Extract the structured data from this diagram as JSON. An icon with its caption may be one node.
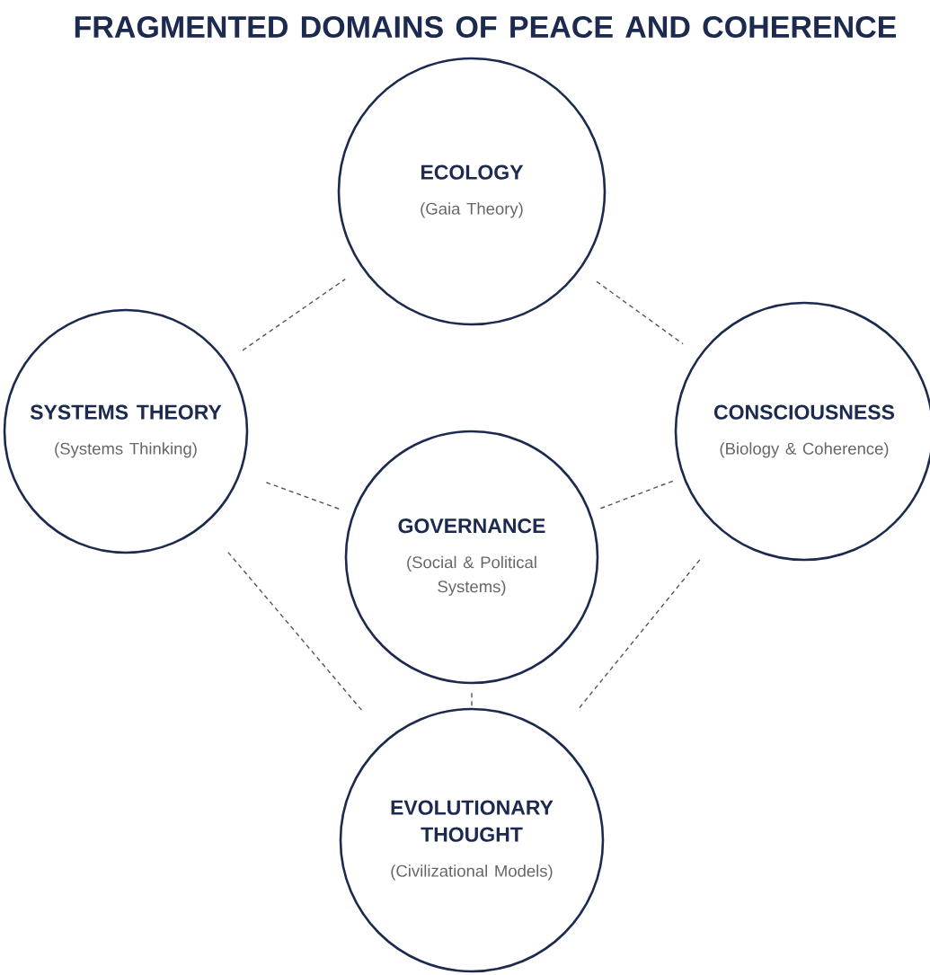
{
  "diagram": {
    "title": "FRAGMENTED DOMAINS OF PEACE AND COHERENCE",
    "nodes": [
      {
        "text": [
          "ECOLOGY",
          "(Gaia Theory)"
        ]
      },
      {
        "text": [
          "SYSTEMS THEORY",
          "(Systems Thinking)"
        ]
      },
      {
        "text": [
          "CONSCIOUSNESS",
          "(Biology & Coherence)"
        ]
      },
      {
        "text": [
          "GOVERNANCE",
          "(Social & Political Systems)"
        ]
      },
      {
        "text": [
          "EVOLUTIONARY THOUGHT",
          "(Civilizational Models)"
        ]
      }
    ],
    "edges": [
      {
        "from": 1,
        "to": 0,
        "arrow": "none",
        "style": "dashed"
      },
      {
        "from": 0,
        "to": 2,
        "arrow": "none",
        "style": "dashed"
      },
      {
        "from": 1,
        "to": 3,
        "arrow": "none",
        "style": "dashed"
      },
      {
        "from": 3,
        "to": 2,
        "arrow": "none",
        "style": "dashed"
      },
      {
        "from": 1,
        "to": 4,
        "arrow": "none",
        "style": "dashed"
      },
      {
        "from": 2,
        "to": 4,
        "arrow": "none",
        "style": "dashed"
      },
      {
        "from": 3,
        "to": 4,
        "arrow": "none",
        "style": "dashed"
      }
    ]
  }
}
